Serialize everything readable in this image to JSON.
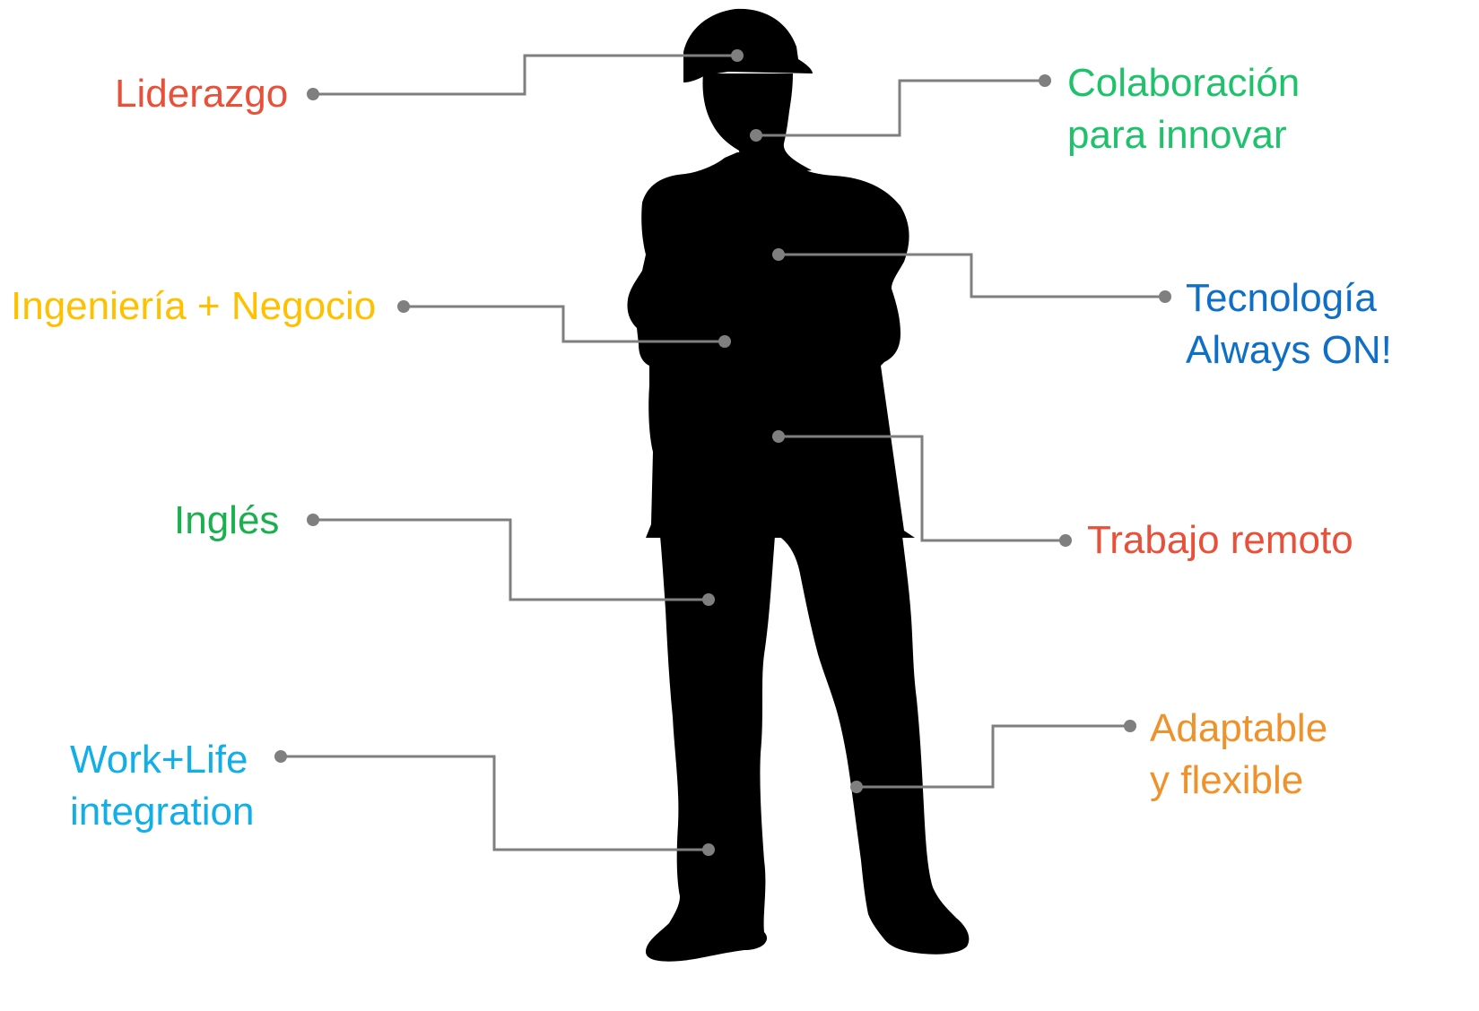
{
  "labels": {
    "liderazgo": {
      "lines": [
        "Liderazgo"
      ],
      "color": "#e8503a"
    },
    "colaboracion": {
      "lines": [
        "Colaboración",
        "para innovar"
      ],
      "color": "#1fc26b"
    },
    "ingenieria": {
      "lines": [
        "Ingeniería + Negocio"
      ],
      "color": "#ffc000"
    },
    "tecnologia": {
      "lines": [
        "Tecnología",
        "Always ON!"
      ],
      "color": "#0f6fc6"
    },
    "ingles": {
      "lines": [
        "Inglés"
      ],
      "color": "#1ab04f"
    },
    "trabajo": {
      "lines": [
        "Trabajo remoto"
      ],
      "color": "#e8503a"
    },
    "worklife": {
      "lines": [
        "Work+Life",
        "integration"
      ],
      "color": "#12aee8"
    },
    "adaptable": {
      "lines": [
        "Adaptable",
        "y flexible"
      ],
      "color": "#f0922b"
    }
  },
  "colors": {
    "silhouette": "#000000",
    "connector": "#7f7f7f"
  },
  "icons": {
    "figure": "person-silhouette-icon",
    "endpoint": "connector-dot-icon"
  }
}
